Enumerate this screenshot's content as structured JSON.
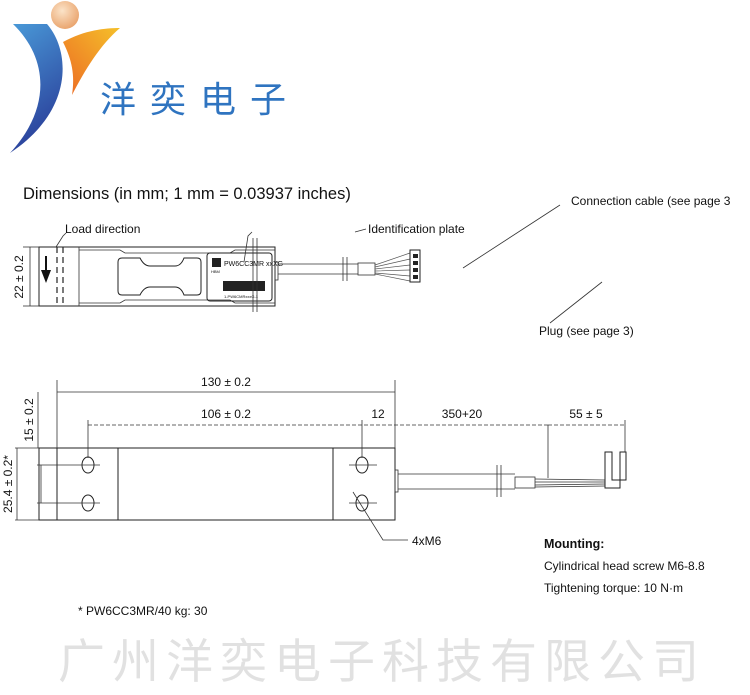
{
  "logo": {
    "company_name": "洋奕电子",
    "colors": {
      "blue": "#2f74c0",
      "orange": "#f07a20",
      "ball": "#f2b07a"
    }
  },
  "watermark": "广州洋奕电子科技有限公司",
  "title": "Dimensions (in mm; 1 mm = 0.03937 inches)",
  "top_view": {
    "load_direction": "Load direction",
    "identification_plate": "Identification plate",
    "connection_cable": "Connection cable (see page 3",
    "plug": "Plug (see page 3)",
    "height_dim": "22 ± 0.2",
    "plate_model": "PW6CC3MR xxXG",
    "plate_brand": "HBM",
    "plate_serial": "1-PW6CMRxxxG-1"
  },
  "bottom_view": {
    "dim_length": "130 ± 0.2",
    "dim_hole_spacing": "106 ± 0.2",
    "dim_end": "12",
    "dim_cable": "350+20",
    "dim_wires": "55 ± 5",
    "dim_top_offset": "15 ± 0.2",
    "dim_width": "25.4 ± 0.2*",
    "thread_label": "4xM6"
  },
  "mounting": {
    "heading": "Mounting:",
    "screw": "Cylindrical head screw M6-8.8",
    "torque": "Tightening torque: 10 N·m"
  },
  "footnote": "* PW6CC3MR/40 kg: 30"
}
